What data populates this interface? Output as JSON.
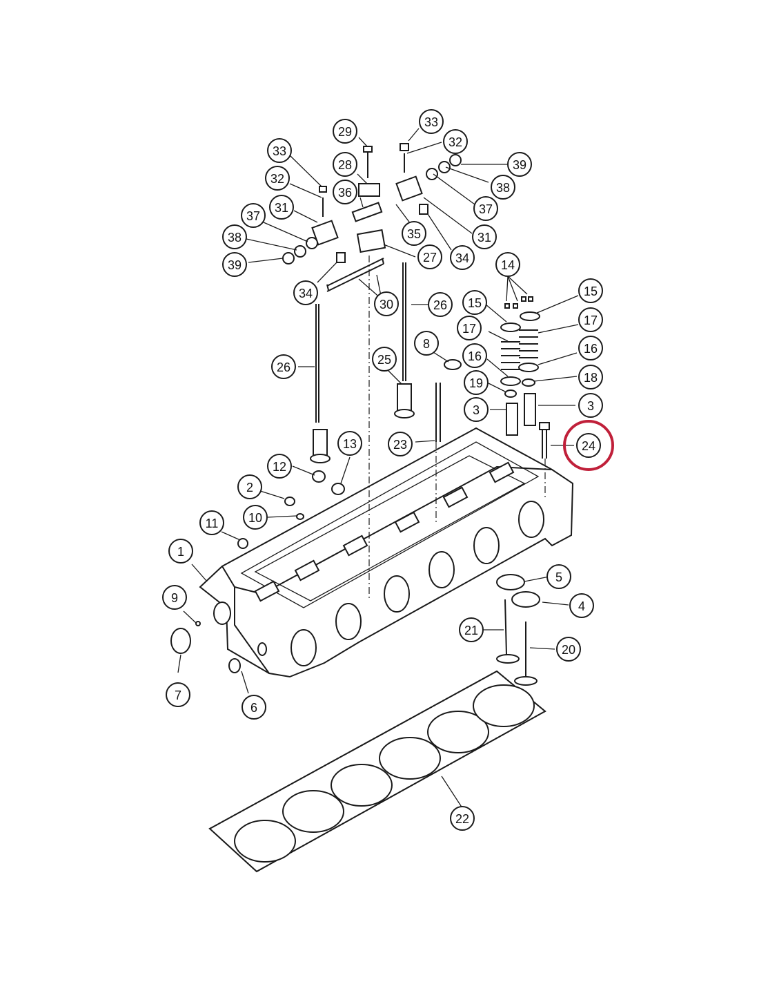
{
  "diagram": {
    "callouts": [
      {
        "id": "c1",
        "label": "1"
      },
      {
        "id": "c2",
        "label": "2"
      },
      {
        "id": "c3a",
        "label": "3"
      },
      {
        "id": "c3b",
        "label": "3"
      },
      {
        "id": "c4",
        "label": "4"
      },
      {
        "id": "c5",
        "label": "5"
      },
      {
        "id": "c6",
        "label": "6"
      },
      {
        "id": "c7",
        "label": "7"
      },
      {
        "id": "c8",
        "label": "8"
      },
      {
        "id": "c9",
        "label": "9"
      },
      {
        "id": "c10",
        "label": "10"
      },
      {
        "id": "c11",
        "label": "11"
      },
      {
        "id": "c12",
        "label": "12"
      },
      {
        "id": "c13",
        "label": "13"
      },
      {
        "id": "c14",
        "label": "14"
      },
      {
        "id": "c15a",
        "label": "15"
      },
      {
        "id": "c15b",
        "label": "15"
      },
      {
        "id": "c16a",
        "label": "16"
      },
      {
        "id": "c16b",
        "label": "16"
      },
      {
        "id": "c17a",
        "label": "17"
      },
      {
        "id": "c17b",
        "label": "17"
      },
      {
        "id": "c18",
        "label": "18"
      },
      {
        "id": "c19",
        "label": "19"
      },
      {
        "id": "c20",
        "label": "20"
      },
      {
        "id": "c21",
        "label": "21"
      },
      {
        "id": "c22",
        "label": "22"
      },
      {
        "id": "c23",
        "label": "23"
      },
      {
        "id": "c24",
        "label": "24",
        "highlighted": true
      },
      {
        "id": "c25",
        "label": "25"
      },
      {
        "id": "c26a",
        "label": "26"
      },
      {
        "id": "c26b",
        "label": "26"
      },
      {
        "id": "c27",
        "label": "27"
      },
      {
        "id": "c28",
        "label": "28"
      },
      {
        "id": "c29",
        "label": "29"
      },
      {
        "id": "c30",
        "label": "30"
      },
      {
        "id": "c31a",
        "label": "31"
      },
      {
        "id": "c31b",
        "label": "31"
      },
      {
        "id": "c32a",
        "label": "32"
      },
      {
        "id": "c32b",
        "label": "32"
      },
      {
        "id": "c33a",
        "label": "33"
      },
      {
        "id": "c33b",
        "label": "33"
      },
      {
        "id": "c34a",
        "label": "34"
      },
      {
        "id": "c34b",
        "label": "34"
      },
      {
        "id": "c35",
        "label": "35"
      },
      {
        "id": "c36",
        "label": "36"
      },
      {
        "id": "c37a",
        "label": "37"
      },
      {
        "id": "c37b",
        "label": "37"
      },
      {
        "id": "c38a",
        "label": "38"
      },
      {
        "id": "c38b",
        "label": "38"
      },
      {
        "id": "c39a",
        "label": "39"
      },
      {
        "id": "c39b",
        "label": "39"
      }
    ],
    "highlight_color": "#c0203a"
  }
}
